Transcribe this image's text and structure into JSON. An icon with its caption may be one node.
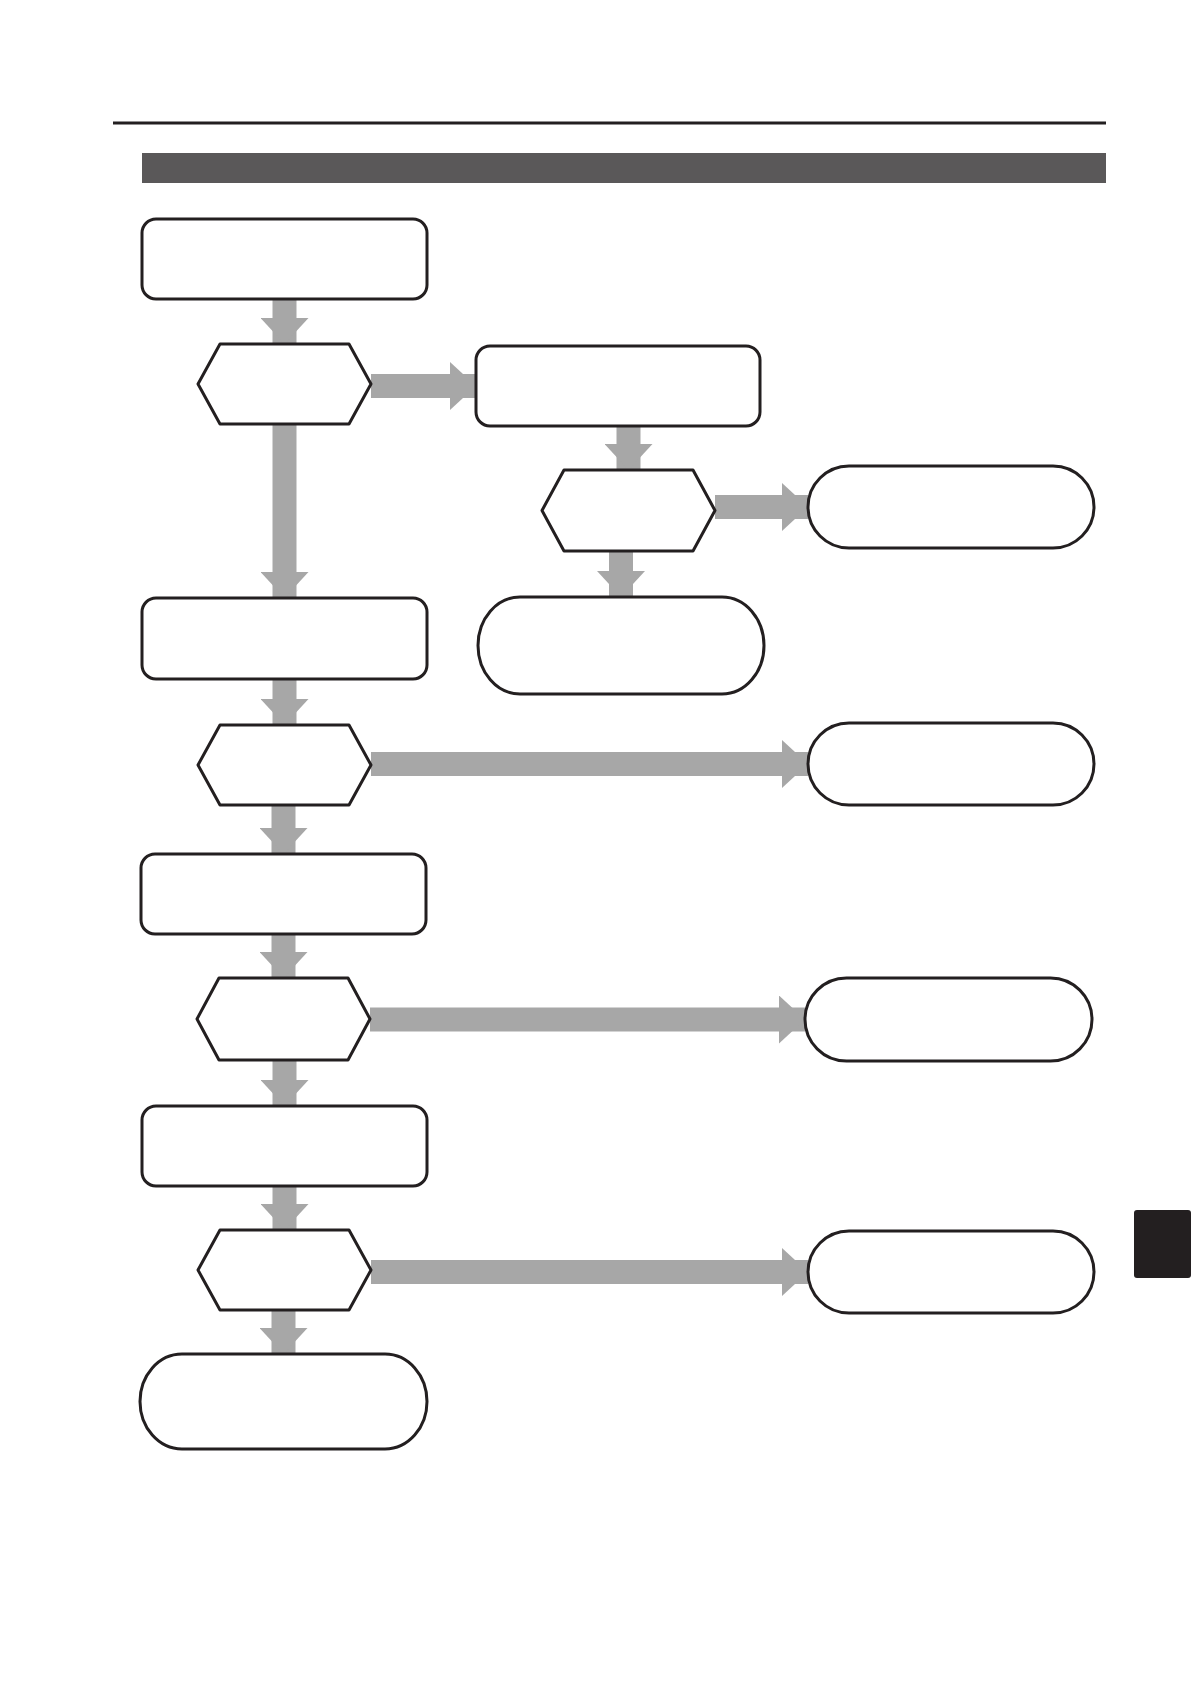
{
  "diagram": {
    "nodes": [
      {
        "text": [],
        "shape": "box"
      },
      {
        "text": [],
        "shape": "hexagon"
      },
      {
        "text": [],
        "shape": "box"
      },
      {
        "text": [],
        "shape": "hexagon"
      },
      {
        "text": [],
        "shape": "pill"
      },
      {
        "text": [],
        "shape": "box"
      },
      {
        "text": [],
        "shape": "pill"
      },
      {
        "text": [],
        "shape": "hexagon"
      },
      {
        "text": [],
        "shape": "pill"
      },
      {
        "text": [],
        "shape": "box"
      },
      {
        "text": [],
        "shape": "hexagon"
      },
      {
        "text": [],
        "shape": "pill"
      },
      {
        "text": [],
        "shape": "box"
      },
      {
        "text": [],
        "shape": "hexagon"
      },
      {
        "text": [],
        "shape": "pill"
      },
      {
        "text": [],
        "shape": "pill"
      }
    ],
    "edges": [
      {
        "from": 0,
        "to": 1,
        "arrow": "to"
      },
      {
        "from": 1,
        "to": 2,
        "arrow": "to"
      },
      {
        "from": 1,
        "to": 5,
        "arrow": "to"
      },
      {
        "from": 2,
        "to": 3,
        "arrow": "to"
      },
      {
        "from": 3,
        "to": 4,
        "arrow": "to"
      },
      {
        "from": 3,
        "to": 6,
        "arrow": "to"
      },
      {
        "from": 5,
        "to": 7,
        "arrow": "to"
      },
      {
        "from": 7,
        "to": 8,
        "arrow": "to"
      },
      {
        "from": 7,
        "to": 9,
        "arrow": "to"
      },
      {
        "from": 9,
        "to": 10,
        "arrow": "to"
      },
      {
        "from": 10,
        "to": 11,
        "arrow": "to"
      },
      {
        "from": 10,
        "to": 12,
        "arrow": "to"
      },
      {
        "from": 12,
        "to": 13,
        "arrow": "to"
      },
      {
        "from": 13,
        "to": 14,
        "arrow": "to"
      },
      {
        "from": 13,
        "to": 15,
        "arrow": "to"
      }
    ]
  }
}
